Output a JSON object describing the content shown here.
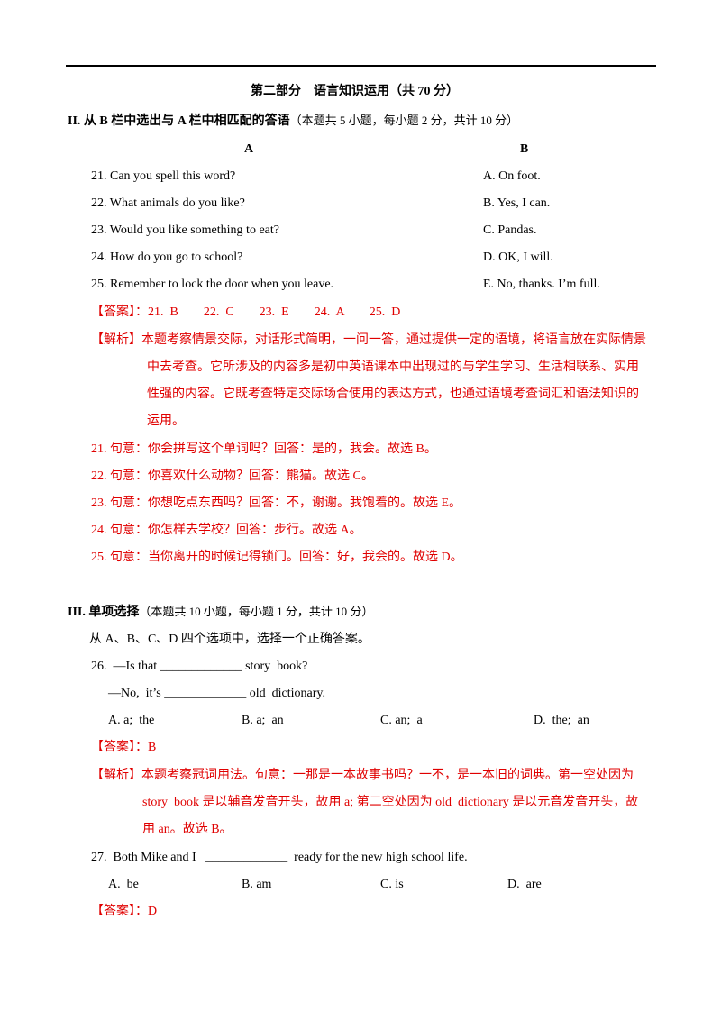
{
  "part_title": "第二部分　语言知识运用（共 70 分）",
  "sec2": {
    "heading_bold": "II. 从 B 栏中选出与 A 栏中相匹配的答语",
    "heading_note": "（本题共 5 小题，每小题 2 分，共计 10 分）",
    "col_a": "A",
    "col_b": "B",
    "rows": [
      {
        "q": "21.  Can you spell this word?",
        "a": "A. On foot."
      },
      {
        "q": "22.  What animals do you like?",
        "a": "B. Yes, I can."
      },
      {
        "q": "23.  Would you like something to eat?",
        "a": "C. Pandas."
      },
      {
        "q": "24.  How do you go to school?",
        "a": "D. OK,  I will."
      },
      {
        "q": "25.  Remember to lock the door when you leave.",
        "a": "E. No,  thanks.  I’m full."
      }
    ],
    "answer": "【答案】：21.  B        22.  C        23.  E        24.  A        25.  D",
    "analysis_lines": [
      "【解析】本题考察情景交际，对话形式简明，一问一答，通过提供一定的语境，将语言放在实际情景",
      "中去考查。它所涉及的内容多是初中英语课本中出现过的与学生学习、生活相联系、实用",
      "性强的内容。它既考查特定交际场合使用的表达方式，也通过语境考查词汇和语法知识的",
      "运用。"
    ],
    "explanations": [
      "21.  句意：你会拼写这个单词吗？回答：是的，我会。故选 B。",
      "22.  句意：你喜欢什么动物？回答：熊猫。故选 C。",
      "23.  句意：你想吃点东西吗？回答：不，谢谢。我饱着的。故选 E。",
      "24.  句意：你怎样去学校？回答：步行。故选 A。",
      "25.  句意：当你离开的时候记得锁门。回答：好，我会的。故选 D。"
    ]
  },
  "sec3": {
    "heading_bold": "III.  单项选择",
    "heading_note": "（本题共 10 小题，每小题 1 分，共计 10 分）",
    "instruction": "从 A、B、C、D 四个选项中，选择一个正确答案。",
    "q26": {
      "line1": "26.  —Is that _____________ story  book?",
      "line2": "—No,  it’s _____________ old  dictionary.",
      "options": [
        "A. a;  the",
        "B. a;  an",
        "C. an;  a",
        "D.  the;  an"
      ],
      "answer": "【答案】：B",
      "analysis_lines": [
        "【解析】本题考察冠词用法。句意：一那是一本故事书吗？一不，是一本旧的词典。第一空处因为",
        "story  book 是以辅音发音开头，故用 a; 第二空处因为 old  dictionary 是以元音发音开头，故",
        "用 an。故选 B。"
      ]
    },
    "q27": {
      "line1": "27.  Both Mike and I   _____________  ready for the new high school life.",
      "options": [
        "A.  be",
        "B. am",
        "C. is",
        "D.  are"
      ],
      "answer": "【答案】：D"
    }
  }
}
